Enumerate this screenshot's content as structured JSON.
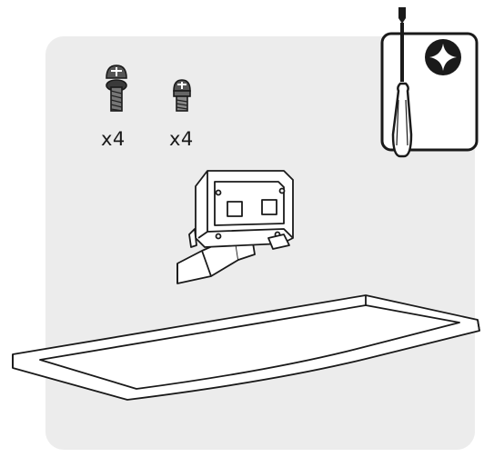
{
  "parts": {
    "screw_large": {
      "quantity_label": "x4",
      "icon": "pan-head-screw-icon"
    },
    "screw_small": {
      "quantity_label": "x4",
      "icon": "short-screw-icon"
    }
  },
  "tool": {
    "icon": "phillips-screwdriver-icon",
    "tip_symbol": "phillips-cross-icon"
  },
  "components": [
    "stand-neck-bracket",
    "stand-base"
  ],
  "colors": {
    "panel": "#ececec",
    "stroke": "#1a1a1a",
    "fill": "#ffffff"
  }
}
